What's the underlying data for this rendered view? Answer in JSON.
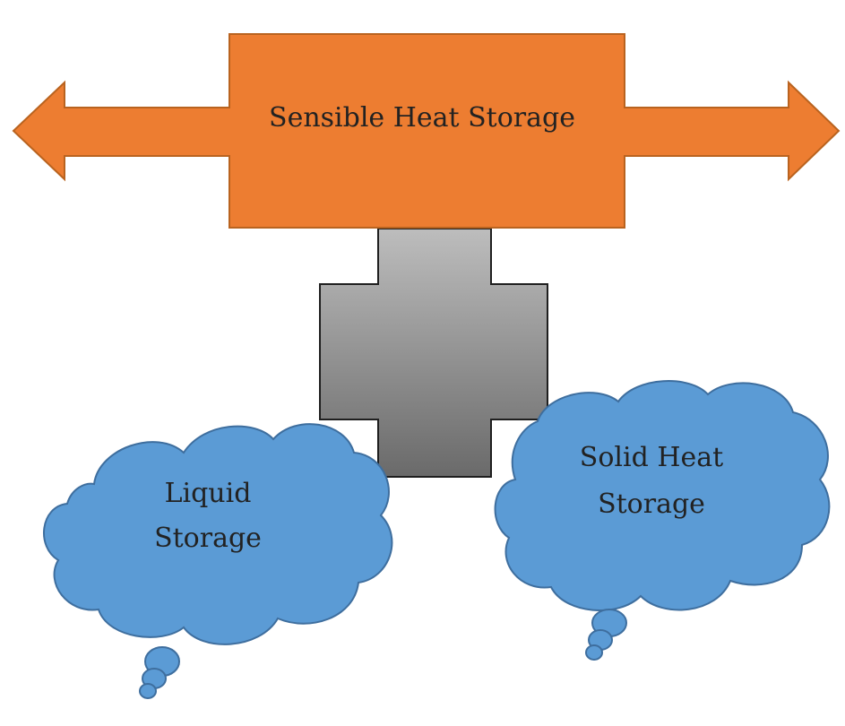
{
  "diagram": {
    "top_box": {
      "label": "Sensible Heat Storage"
    },
    "left_cloud": {
      "lines": [
        "Liquid",
        "Storage"
      ]
    },
    "right_cloud": {
      "lines": [
        "Solid Heat",
        "Storage"
      ]
    }
  },
  "colors": {
    "orange_fill": "#ED7D31",
    "orange_stroke": "#AE5A21",
    "gray_top": "#B8B8B8",
    "gray_bottom": "#6E6E6E",
    "cloud_fill": "#5B9BD5",
    "cloud_stroke": "#3F6FA0",
    "text": "#222222"
  }
}
